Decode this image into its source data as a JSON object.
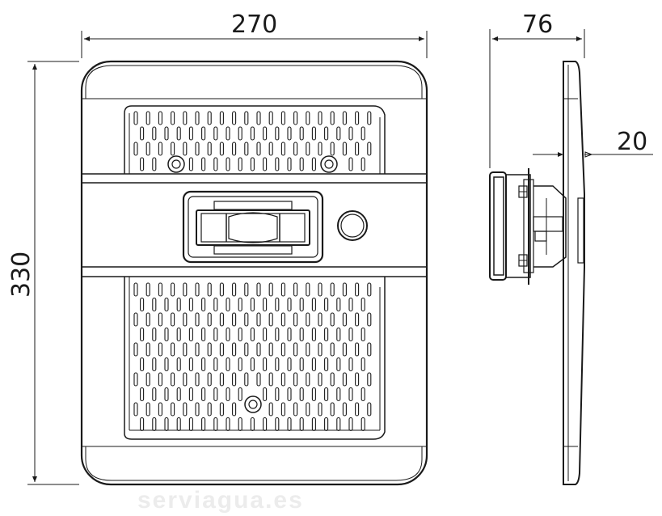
{
  "dimensions": {
    "width": "270",
    "depth": "76",
    "flange": "20",
    "height": "330"
  },
  "watermark": "serviagua.es",
  "colors": {
    "line": "#1a1a1a",
    "watermark": "#ececec",
    "background": "#ffffff"
  }
}
